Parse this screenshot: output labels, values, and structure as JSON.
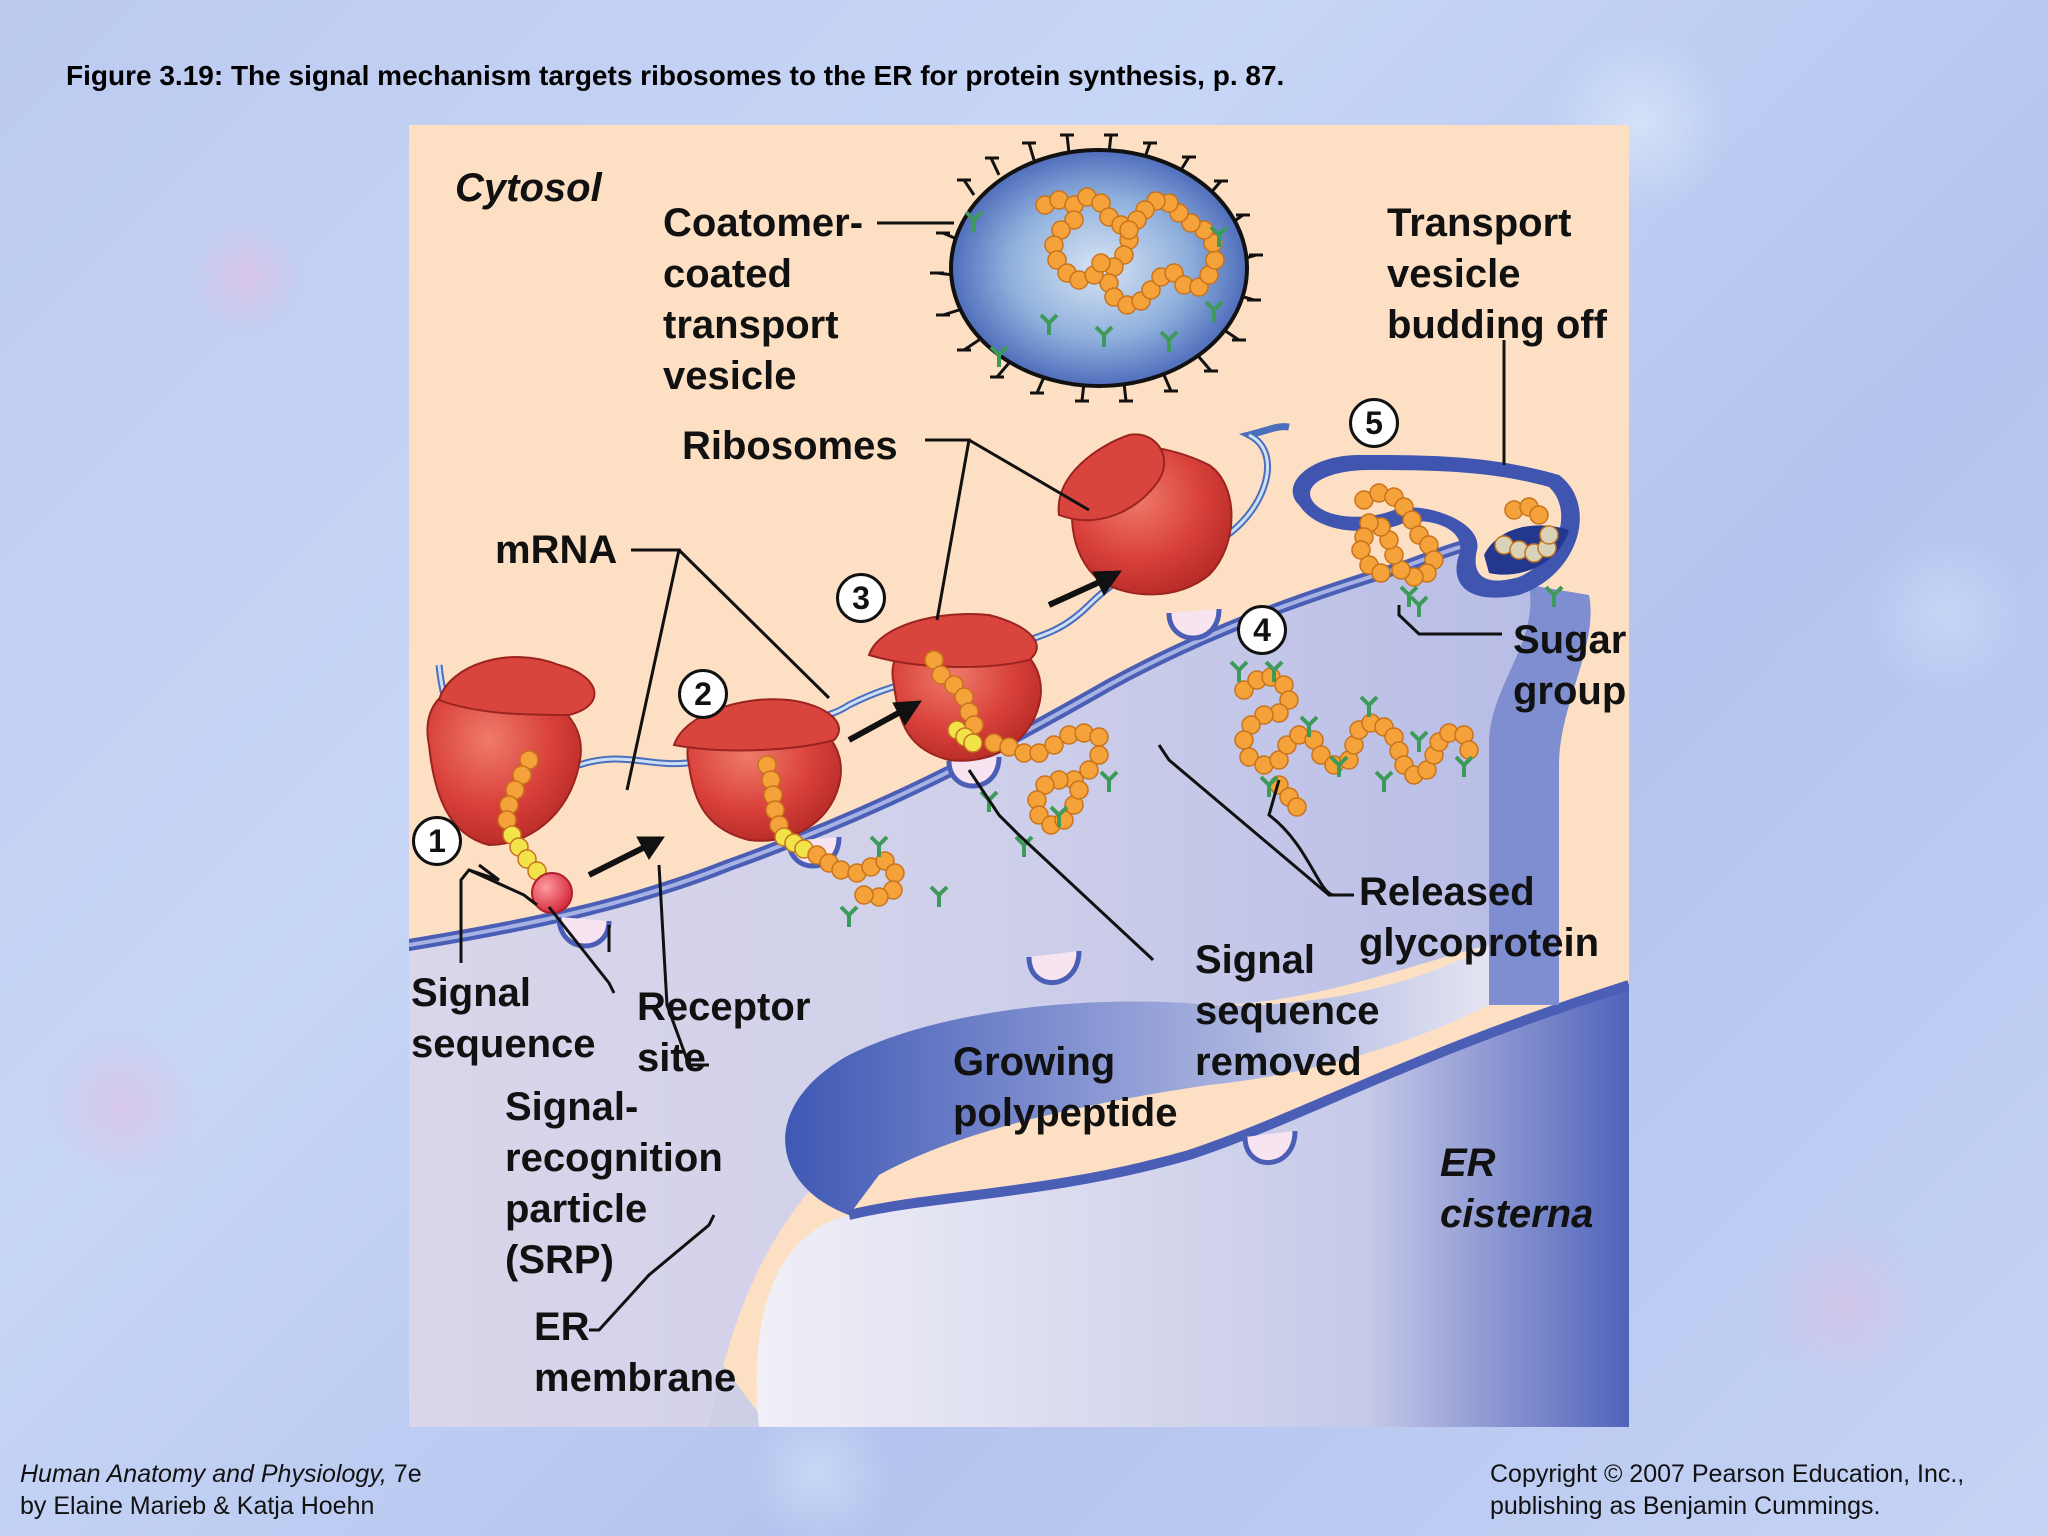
{
  "title": "Figure 3.19:  The signal mechanism targets ribosomes to the ER for protein synthesis, p. 87.",
  "footer": {
    "book": "Human Anatomy and Physiology,",
    "edition": " 7e",
    "authors": "by Elaine Marieb & Katja Hoehn",
    "copyright": "Copyright © 2007 Pearson Education, Inc.,",
    "publisher": "publishing as Benjamin Cummings."
  },
  "labels": {
    "cytosol": "Cytosol",
    "coatomer": "Coatomer-\ncoated\ntransport\nvesicle",
    "transport_vesicle": "Transport\nvesicle\nbudding off",
    "ribosomes": "Ribosomes",
    "mrna": "mRNA",
    "sugar_group": "Sugar\ngroup",
    "released_glycoprotein": "Released\nglycoprotein",
    "signal_sequence_removed": "Signal\nsequence\nremoved",
    "signal_sequence": "Signal\nsequence",
    "receptor_site": "Receptor\nsite",
    "growing_polypeptide": "Growing\npolypeptide",
    "srp": "Signal-\nrecognition\nparticle\n(SRP)",
    "er_membrane": "ER\nmembrane",
    "er_cisterna": "ER\ncisterna"
  },
  "steps": [
    "1",
    "2",
    "3",
    "4",
    "5"
  ],
  "colors": {
    "panel_bg": "#fde0c4",
    "er_blue": "#5b6fc0",
    "ribosome_red": "#d9403a",
    "bead_orange": "#f5a23a",
    "signal_yellow": "#f2e34a",
    "sugar_green": "#3e9a5a"
  }
}
